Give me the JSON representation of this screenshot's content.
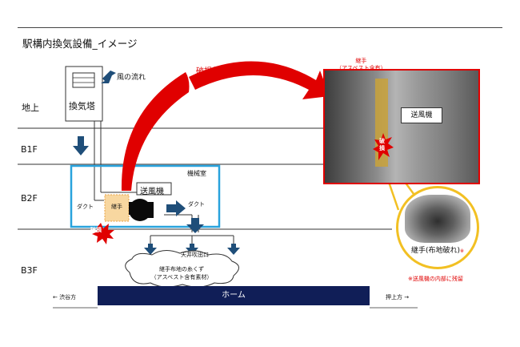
{
  "title": "駅構内換気設備_イメージ",
  "floors": {
    "ground": "地上",
    "b1f": "B1F",
    "b2f": "B2F",
    "b3f": "B3F"
  },
  "labels": {
    "wind_flow": "風の流れ",
    "ventilation_tower": "換気塔",
    "machine_room": "機械室",
    "blower": "送風機",
    "duct_left": "ダクト",
    "duct_right": "ダクト",
    "joint": "継手",
    "damage_mark": "破損",
    "ceiling_outlet": "天井吹出口",
    "debris_line1": "継手布地の糸くず",
    "debris_line2": "（アスベスト含有素材）",
    "platform": "ホーム",
    "left_direction": "← 渋谷方",
    "right_direction": "押上方 →",
    "damage_status": "破損状況"
  },
  "photo": {
    "joint_line1": "継手",
    "joint_line2": "（アスベスト含有）",
    "blower": "送風機",
    "damage_mark": "破損"
  },
  "inset": {
    "caption": "継手(布地破れ)",
    "asterisk": "※",
    "note": "※送風機の内部に残留"
  },
  "colors": {
    "arrow_blue": "#1f4e79",
    "red": "#e00000",
    "machine_room_border": "#29a3dd",
    "platform": "#101e57",
    "inset_border": "#f2c023",
    "joint_fill": "#f8d7a0"
  }
}
